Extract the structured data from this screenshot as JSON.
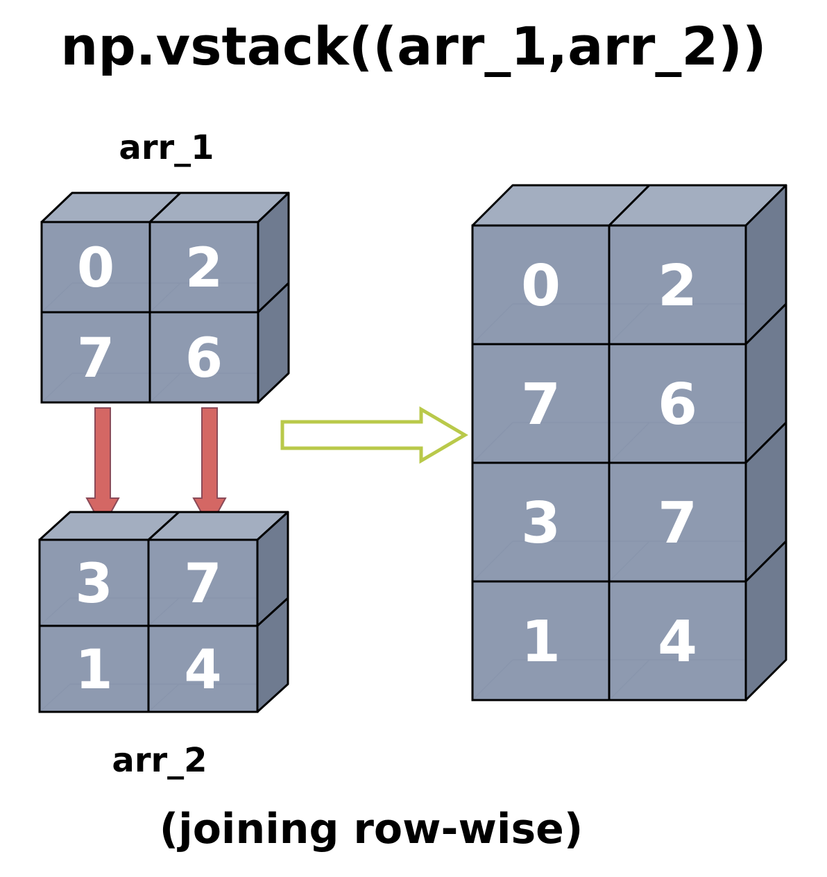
{
  "title": "np.vstack((arr_1,arr_2))",
  "arr_1": {
    "label": "arr_1",
    "cells": [
      [
        "0",
        "2"
      ],
      [
        "7",
        "6"
      ]
    ]
  },
  "arr_2": {
    "label": "arr_2",
    "cells": [
      [
        "3",
        "7"
      ],
      [
        "1",
        "4"
      ]
    ]
  },
  "result": {
    "cells": [
      [
        "0",
        "2"
      ],
      [
        "7",
        "6"
      ],
      [
        "3",
        "7"
      ],
      [
        "1",
        "4"
      ]
    ]
  },
  "caption": "(joining row-wise)",
  "colors": {
    "cube_front": "#8996ad",
    "cube_top": "#a3aec0",
    "cube_side": "#6f7b90",
    "cube_edge": "#000000",
    "digit": "#ffffff",
    "down_arrow": "#d05a57",
    "result_arrow": "#b9c94a"
  }
}
